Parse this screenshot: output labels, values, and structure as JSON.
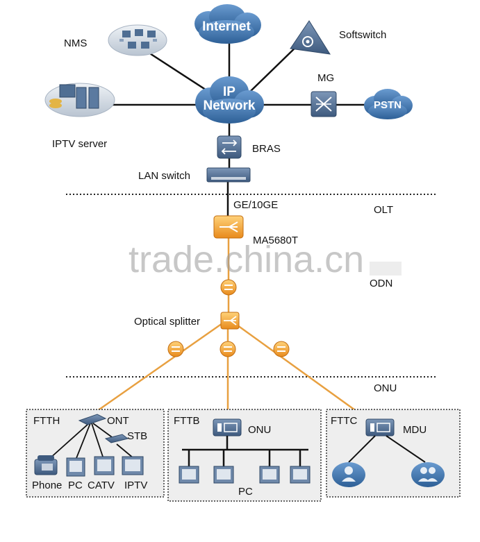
{
  "clouds": {
    "internet": "Internet",
    "ip_network_line1": "IP",
    "ip_network_line2": "Network",
    "pstn": "PSTN"
  },
  "labels": {
    "nms": "NMS",
    "softswitch": "Softswitch",
    "mg": "MG",
    "iptv_server": "IPTV server",
    "bras": "BRAS",
    "lan_switch": "LAN switch",
    "ge_10ge": "GE/10GE",
    "olt": "OLT",
    "ma5680t": "MA5680T",
    "odn": "ODN",
    "optical_splitter": "Optical splitter",
    "onu_section": "ONU"
  },
  "boxes": {
    "ftth": {
      "title": "FTTH",
      "ont": "ONT",
      "stb": "STB",
      "phone": "Phone",
      "pc": "PC",
      "catv": "CATV",
      "iptv": "IPTV"
    },
    "fttb": {
      "title": "FTTB",
      "device": "ONU",
      "pc": "PC"
    },
    "fttc": {
      "title": "FTTC",
      "device": "MDU"
    }
  },
  "watermark": "trade.china.cn",
  "colors": {
    "cloud": "#3b76b0",
    "device": "#4f6e93",
    "olt_orange": "#f0a23a",
    "fiber": "#e8a040",
    "line": "#111111"
  }
}
